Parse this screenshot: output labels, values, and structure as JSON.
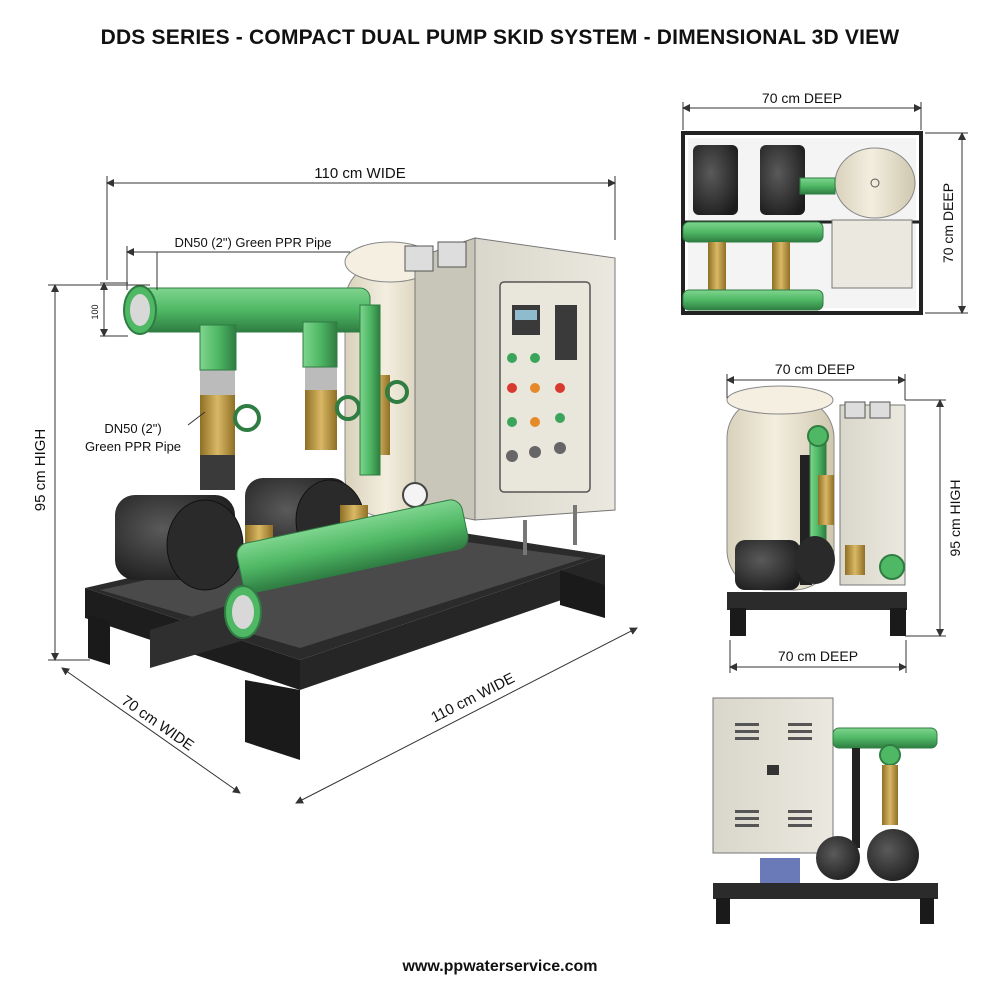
{
  "title": "DDS SERIES - COMPACT DUAL PUMP SKID SYSTEM - DIMENSIONAL 3D VIEW",
  "footer": "www.ppwaterservice.com",
  "colors": {
    "pipe_green": "#4fb865",
    "pipe_dark": "#2f7d42",
    "frame": "#2b2b2b",
    "cabinet": "#e4e2d6",
    "tank": "#ece6d2",
    "brass": "#b8963e",
    "pump": "#3a3a3a"
  },
  "main_view": {
    "top_width": "110 cm WIDE",
    "pipe_label_top": "DN50 (2\") Green PPR Pipe",
    "pipe_label_left_1": "DN50 (2\")",
    "pipe_label_left_2": "Green PPR Pipe",
    "height": "95 cm HIGH",
    "small_dim": "100",
    "base_width_left": "70 cm WIDE",
    "base_width_front": "110 cm WIDE"
  },
  "top_view": {
    "deep_top": "70 cm DEEP",
    "deep_side": "70 cm DEEP"
  },
  "side_view": {
    "deep_top": "70 cm DEEP",
    "high": "95 cm HIGH",
    "deep_bottom": "70 cm DEEP"
  }
}
